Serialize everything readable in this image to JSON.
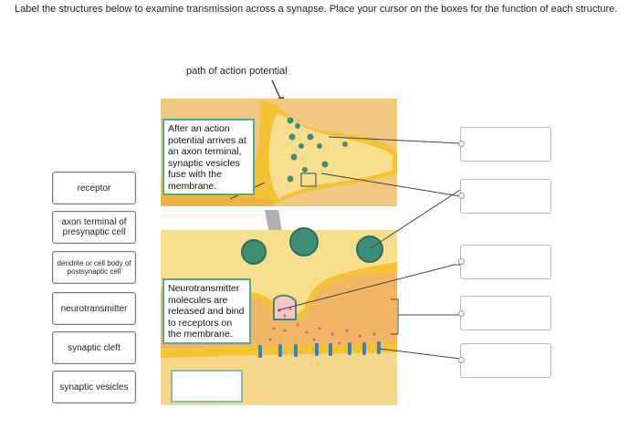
{
  "instructions": "Label the structures below to examine transmission across a synapse. Place your cursor on the boxes for the function of each structure.",
  "figure": {
    "path_label": "path of action potential",
    "callout_top": "After an action potential arrives at an axon terminal, synaptic vesicles fuse with the membrane.",
    "callout_bottom": "Neurotransmitter molecules are released and bind to receptors on the membrane.",
    "callout_empty": ""
  },
  "terms": [
    {
      "label": "receptor"
    },
    {
      "label": "axon terminal of presynaptic cell"
    },
    {
      "label": "dendrite or cell body of postsynaptic cell"
    },
    {
      "label": "neurotransmitter"
    },
    {
      "label": "synaptic cleft"
    },
    {
      "label": "synaptic vesicles"
    }
  ],
  "answer_boxes": [
    "",
    "",
    "",
    "",
    ""
  ],
  "colors": {
    "membrane_yellow": "#f4c232",
    "cytoplasm": "#f6dc8a",
    "background_orange": "#f2b465",
    "vesicle_green": "#3f8f77",
    "callout_border": "#5aa98a",
    "receptor_blue": "#3b7fc4"
  }
}
